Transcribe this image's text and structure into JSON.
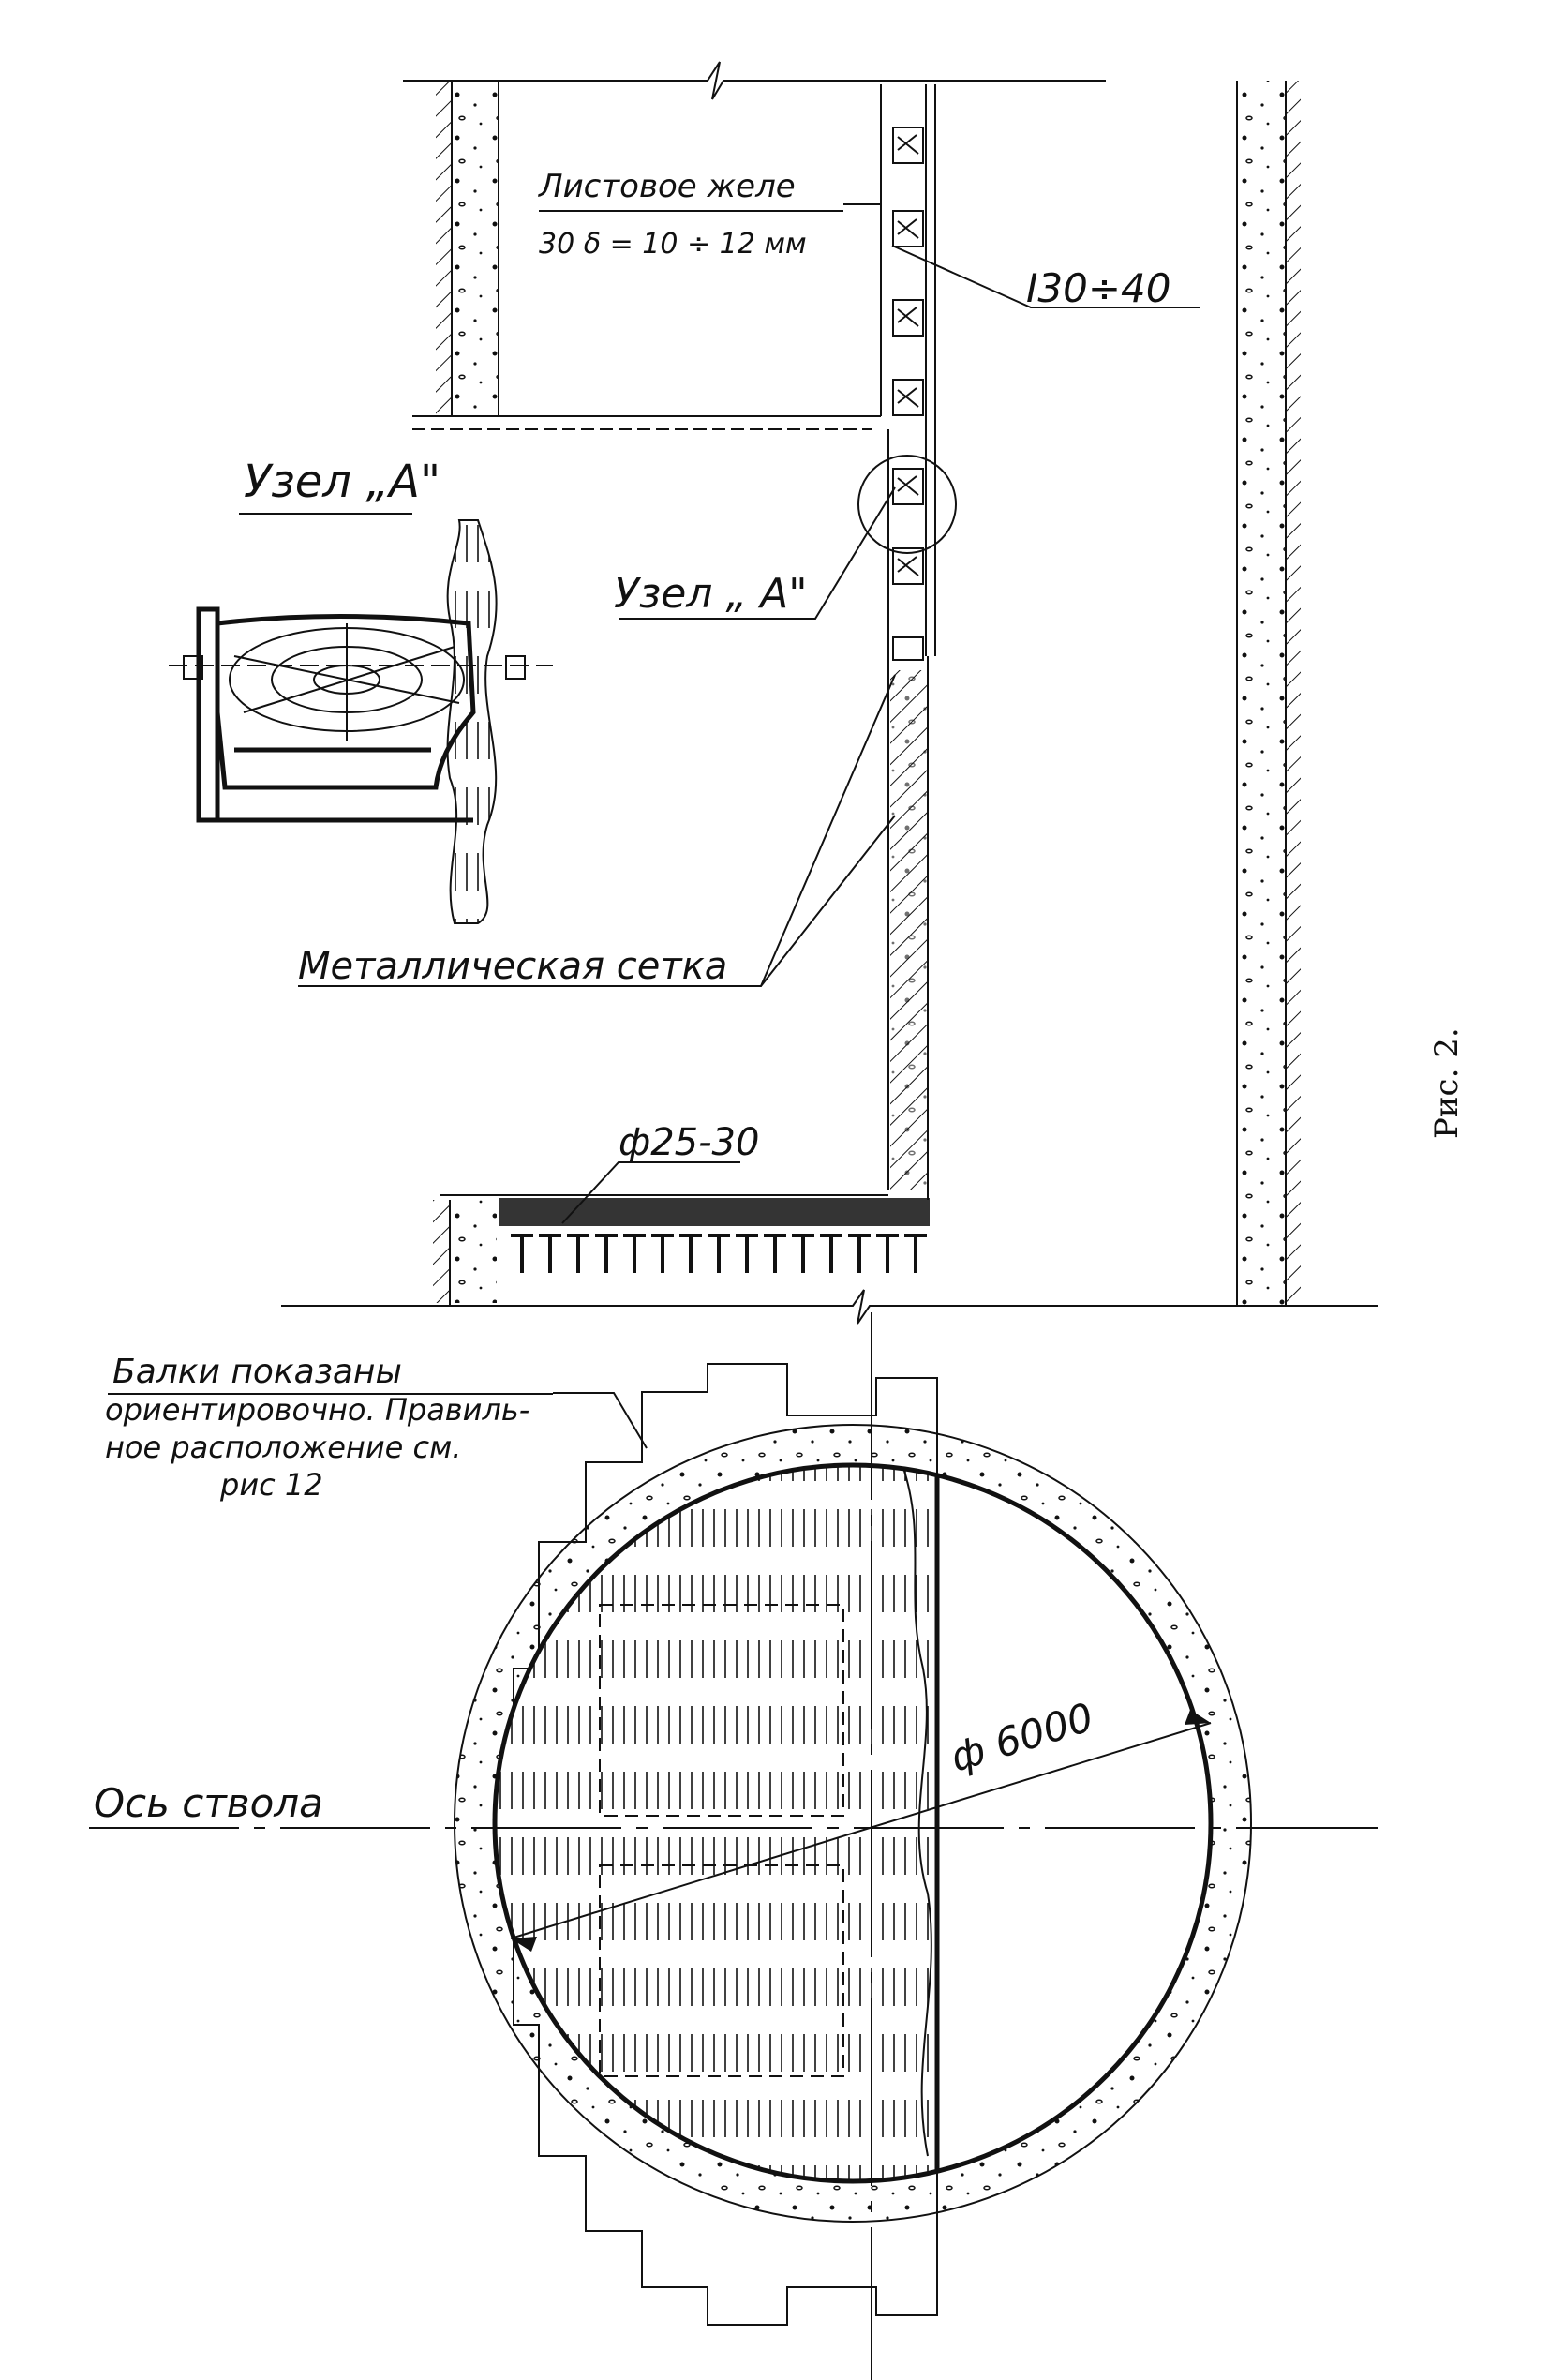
{
  "figure_label": "Рис. 2.",
  "labels": {
    "sheet_iron_line1": "Листовое желе",
    "sheet_iron_line2": "30  δ = 10 ÷ 12 мм",
    "ibeam": "I30÷40",
    "node_title": "Узел „А\"",
    "node_pointer": "Узел „ А\"",
    "mesh": "Металлическая сетка",
    "rod": "ф25-30",
    "beams_note_line1": "Балки показаны",
    "beams_note_line2": "ориентировочно. Правиль-",
    "beams_note_line3": "ное расположение см.",
    "beams_note_line4": "рис 12",
    "shaft_axis": "Ось ствола",
    "diameter": "ф 6000"
  },
  "colors": {
    "ink": "#111111",
    "paper": "#ffffff"
  }
}
